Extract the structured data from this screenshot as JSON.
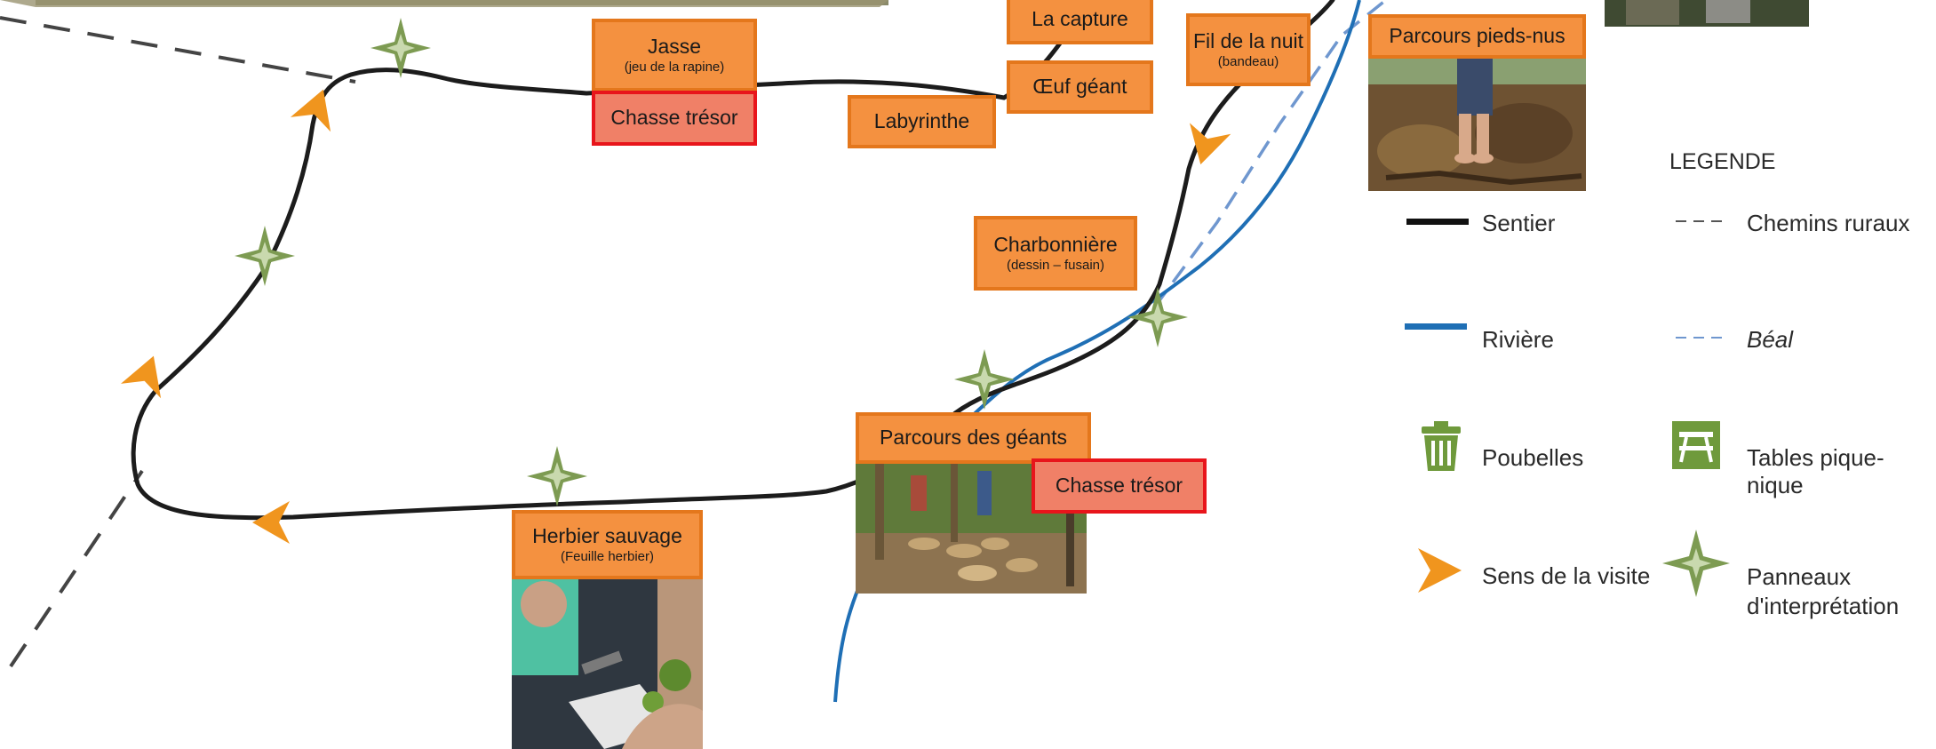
{
  "activities": {
    "jasse": {
      "title": "Jasse",
      "subtitle": "(jeu de la rapine)"
    },
    "chasse_tresor_top": {
      "title": "Chasse trésor"
    },
    "la_capture": {
      "title": "La capture"
    },
    "oeuf_geant": {
      "title": "Œuf géant"
    },
    "labyrinthe": {
      "title": "Labyrinthe"
    },
    "fil_de_la_nuit": {
      "title": "Fil de la nuit",
      "subtitle": "(bandeau)"
    },
    "parcours_pieds_nus": {
      "title": "Parcours pieds-nus"
    },
    "charbonniere": {
      "title": "Charbonnière",
      "subtitle": "(dessin – fusain)"
    },
    "parcours_des_geants": {
      "title": "Parcours des géants"
    },
    "chasse_tresor_bottom": {
      "title": "Chasse trésor"
    },
    "herbier_sauvage": {
      "title": "Herbier sauvage",
      "subtitle": "(Feuille herbier)"
    }
  },
  "legend": {
    "title": "LEGENDE",
    "items": [
      {
        "label": "Sentier",
        "icon": "trail-line",
        "color": "#111111"
      },
      {
        "label": "Chemins ruraux",
        "icon": "dashed-line",
        "color": "#555555"
      },
      {
        "label": "Rivière",
        "icon": "river-line",
        "color": "#1f6fb5"
      },
      {
        "label": "Béal",
        "icon": "dashed-blue-line",
        "color": "#6f97cf"
      },
      {
        "label": "Poubelles",
        "icon": "trash-icon",
        "color": "#6f9a3c"
      },
      {
        "label": "Tables pique-nique",
        "icon": "picnic-table-icon",
        "color": "#6f9a3c"
      },
      {
        "label": "Sens de la visite",
        "icon": "direction-arrow-icon",
        "color": "#f0951e"
      },
      {
        "label": "Panneaux",
        "label2": "d'interprétation",
        "icon": "interpretation-panel-icon",
        "color": "#7d9b52"
      }
    ]
  },
  "colors": {
    "activity_box": "#f49140",
    "activity_border": "#e4771c",
    "treasure_box": "#f08067",
    "treasure_border": "#e8151b",
    "trail": "#111111",
    "river": "#1f6fb5",
    "beal": "#6f97cf",
    "arrow": "#f0951e",
    "panel_star": "#7d9b52"
  }
}
